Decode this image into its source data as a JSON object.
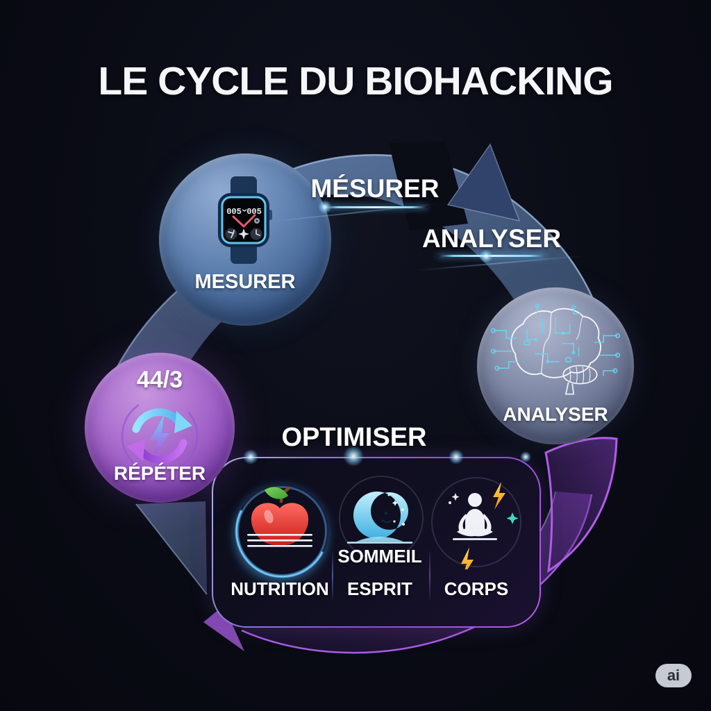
{
  "title": "LE CYCLE DU BIOHACKING",
  "colors": {
    "background": "#0a0c16",
    "steel_blue_band": "#46597d",
    "accent_cyan": "#6fd0ff",
    "accent_purple": "#a855e8",
    "circle_measure_blue": "#5c7ead",
    "circle_analyse_gray_blue": "#7b84a1",
    "circle_repeat_purple": "#9d5dc5",
    "apple_red": "#d92121",
    "leaf_green": "#55b847",
    "moon_cyan": "#49b9e8",
    "bolt_orange": "#f5a623",
    "text_white": "#ffffff"
  },
  "cycle": {
    "measure_tag": {
      "label": "MÉSURER"
    },
    "analyse_tag": {
      "label": "ANALYSER"
    },
    "measure_circle": {
      "label": "MESURER",
      "icon": "smartwatch-icon"
    },
    "analyse_circle": {
      "label": "ANALYSER",
      "icon": "brain-circuit-icon"
    },
    "repeat_circle": {
      "label": "RÉPÉTER",
      "counter": "44/3",
      "icon": "repeat-lightning-icon"
    }
  },
  "watch": {
    "value_left": "005",
    "value_right": "005"
  },
  "optimise": {
    "title": "OPTIMISER",
    "items": [
      {
        "label": "NUTRITION",
        "icon": "apple-icon"
      },
      {
        "label": "ESPRIT",
        "sublabel": "SOMMEIL",
        "icon": "crescent-moon-icon"
      },
      {
        "label": "CORPS",
        "icon": "meditation-energy-icon"
      }
    ]
  },
  "badge": {
    "label": "ai"
  }
}
